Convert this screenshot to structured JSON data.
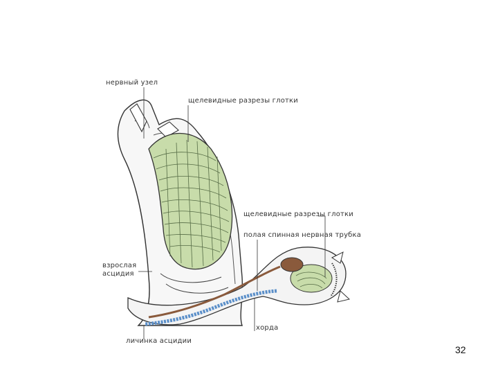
{
  "labels": {
    "nerve_ganglion": "нервный узел",
    "gill_slits_top": "щелевидные разрезы глотки",
    "gill_slits_mid": "щелевидные разрезы глотки",
    "neural_tube": "полая спинная нервная трубка",
    "adult_ascidian": "взрослая асцидия",
    "chord": "хорда",
    "larva": "личинка асцидии"
  },
  "page_number": "32",
  "colors": {
    "pharynx_green": "#c8dcaa",
    "chord_blue": "#5b8fc9",
    "tube_brown": "#8a5a3c",
    "outline": "#333333"
  }
}
